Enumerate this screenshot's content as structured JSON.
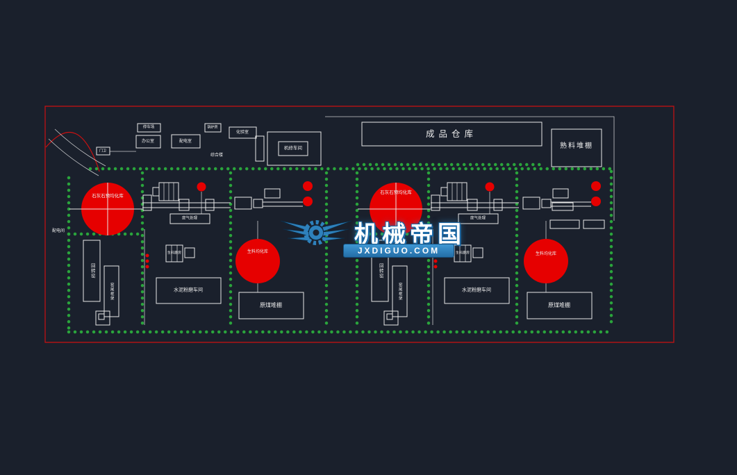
{
  "colors": {
    "bg": "#1a202c",
    "line": "#e8e8e8",
    "red": "#e60000",
    "green": "#2aa43c",
    "blue": "#2f85c2",
    "boundary": "#cc1111"
  },
  "watermark": {
    "title": "机械帝国",
    "site": "JXDIGUO.COM"
  },
  "labels": {
    "gatehouse": "门卫",
    "parking": "停车场",
    "boiler": "锅炉房",
    "office": "办公室",
    "power_room": "配电室",
    "lab": "化验室",
    "complex": "综合楼",
    "repair_shop": "机修车间",
    "finished_warehouse": "成品仓库",
    "clinker_shed": "熟料堆棚",
    "limestone_silo": "石灰石预均化库",
    "raw_meal_silo": "生料均化库",
    "coal_shed": "原煤堆棚",
    "kiln": "回转窑",
    "preheater": "窑尾框架",
    "cement_mill": "水泥粉磨车间",
    "raw_mill": "生料磨房",
    "gas_treatment": "废气处理",
    "substation": "配电间"
  }
}
